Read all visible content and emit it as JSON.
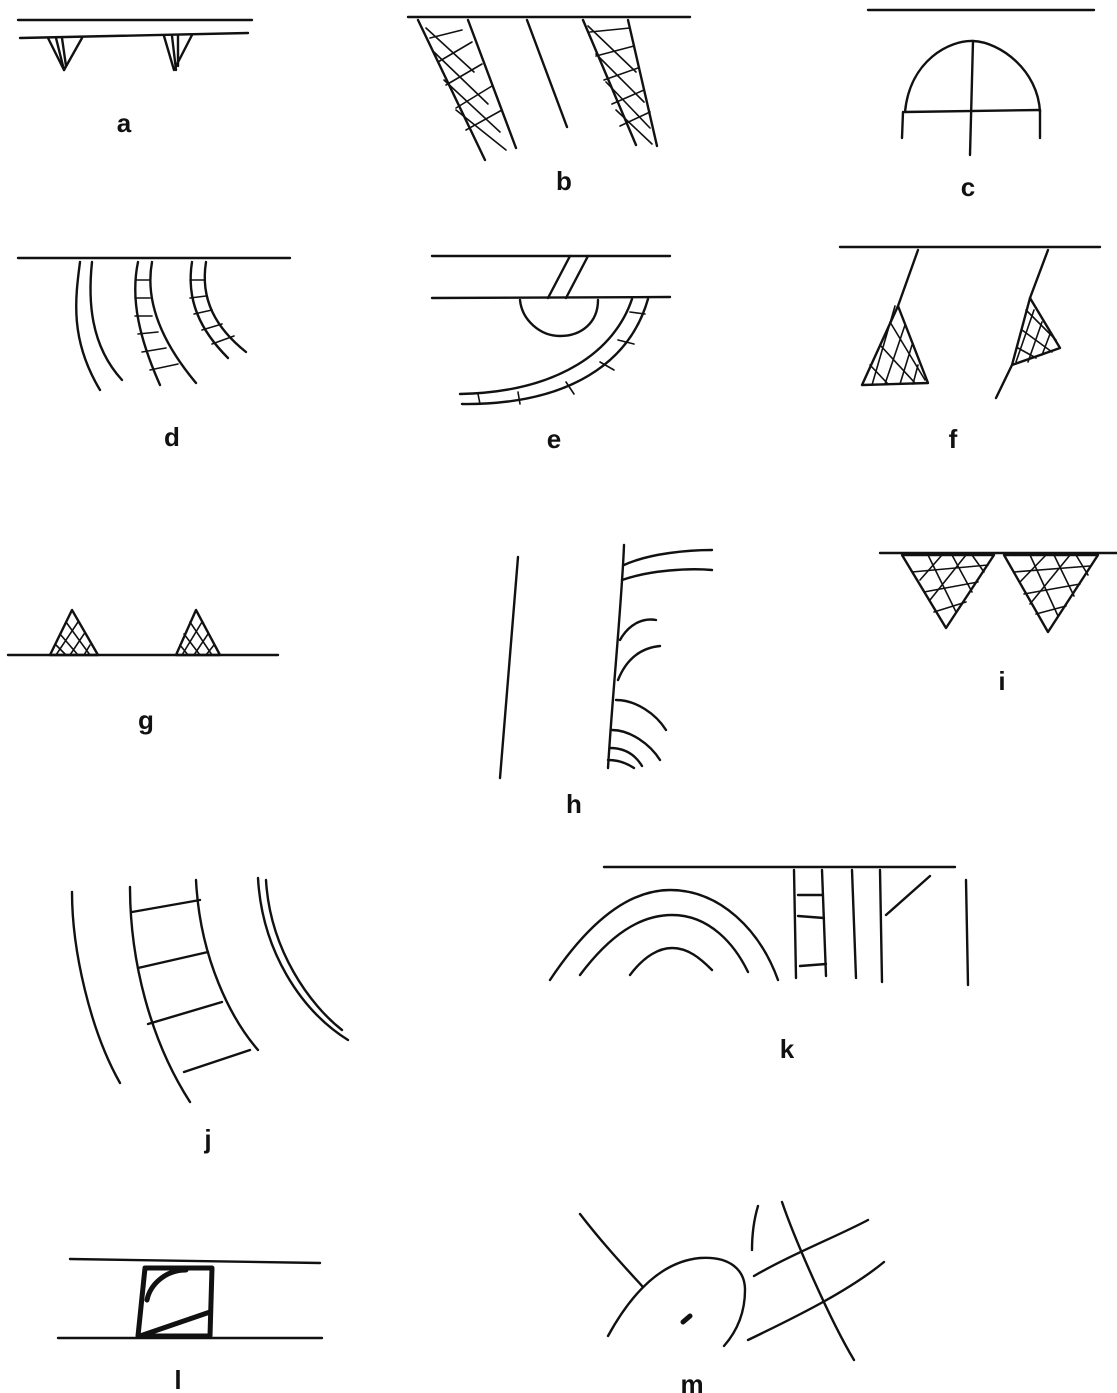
{
  "figure": {
    "panels": [
      {
        "id": "a",
        "label": "a"
      },
      {
        "id": "b",
        "label": "b"
      },
      {
        "id": "c",
        "label": "c"
      },
      {
        "id": "d",
        "label": "d"
      },
      {
        "id": "e",
        "label": "e"
      },
      {
        "id": "f",
        "label": "f"
      },
      {
        "id": "g",
        "label": "g"
      },
      {
        "id": "h",
        "label": "h"
      },
      {
        "id": "i",
        "label": "i"
      },
      {
        "id": "j",
        "label": "j"
      },
      {
        "id": "k",
        "label": "k"
      },
      {
        "id": "l",
        "label": "l"
      },
      {
        "id": "m",
        "label": "m"
      }
    ]
  }
}
